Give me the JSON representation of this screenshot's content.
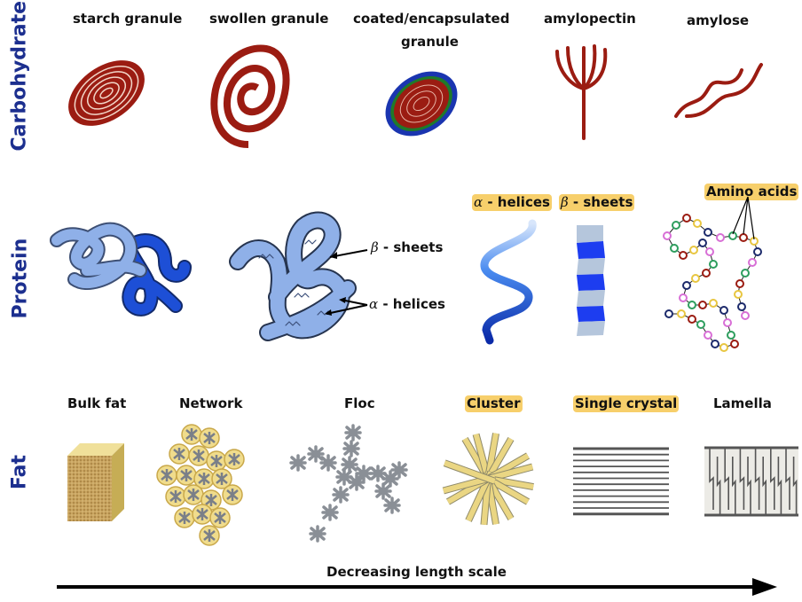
{
  "rows": {
    "carbohydrate": {
      "title": "Carbohydrate",
      "items": [
        "starch granule",
        "swollen granule",
        "coated/encapsulated",
        "granule",
        "amylopectin",
        "amylose"
      ]
    },
    "protein": {
      "title": "Protein",
      "annotations": {
        "beta_symbol": "β",
        "beta_text": " - sheets",
        "alpha_symbol": "α",
        "alpha_text": " - helices"
      },
      "items": {
        "alpha_symbol": "α",
        "alpha_label": " - helices",
        "beta_symbol": "β",
        "beta_label": " - sheets",
        "amino_acids": "Amino acids"
      }
    },
    "fat": {
      "title": "Fat",
      "items": [
        "Bulk fat",
        "Network",
        "Floc",
        "Cluster",
        "Single crystal",
        "Lamella"
      ]
    }
  },
  "axis": {
    "label": "Decreasing length scale",
    "direction": "left-to-right"
  },
  "colors": {
    "row_title": "#1c2f8f",
    "starch": "#9b1c12",
    "highlight": "#f7cf6b",
    "protein_light": "#8fb0e8",
    "protein_dark": "#1d4fd6",
    "fat_yellow": "#e8d47e"
  }
}
